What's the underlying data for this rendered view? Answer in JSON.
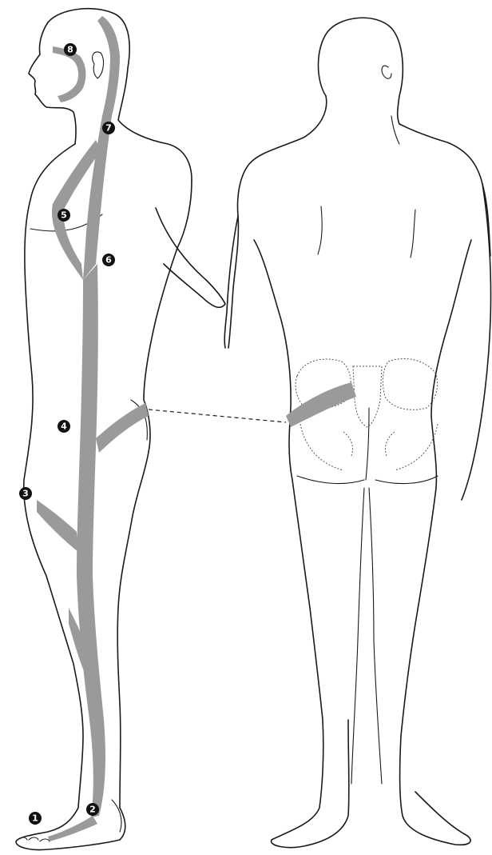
{
  "figure": {
    "meridian_color": "#9a9a9a",
    "line_color": "#1a1a1a",
    "markers": [
      {
        "id": "1",
        "label": "1"
      },
      {
        "id": "2",
        "label": "2"
      },
      {
        "id": "3",
        "label": "3"
      },
      {
        "id": "4",
        "label": "4"
      },
      {
        "id": "5",
        "label": "5"
      },
      {
        "id": "6",
        "label": "6"
      },
      {
        "id": "7",
        "label": "7"
      },
      {
        "id": "8",
        "label": "8"
      }
    ]
  }
}
